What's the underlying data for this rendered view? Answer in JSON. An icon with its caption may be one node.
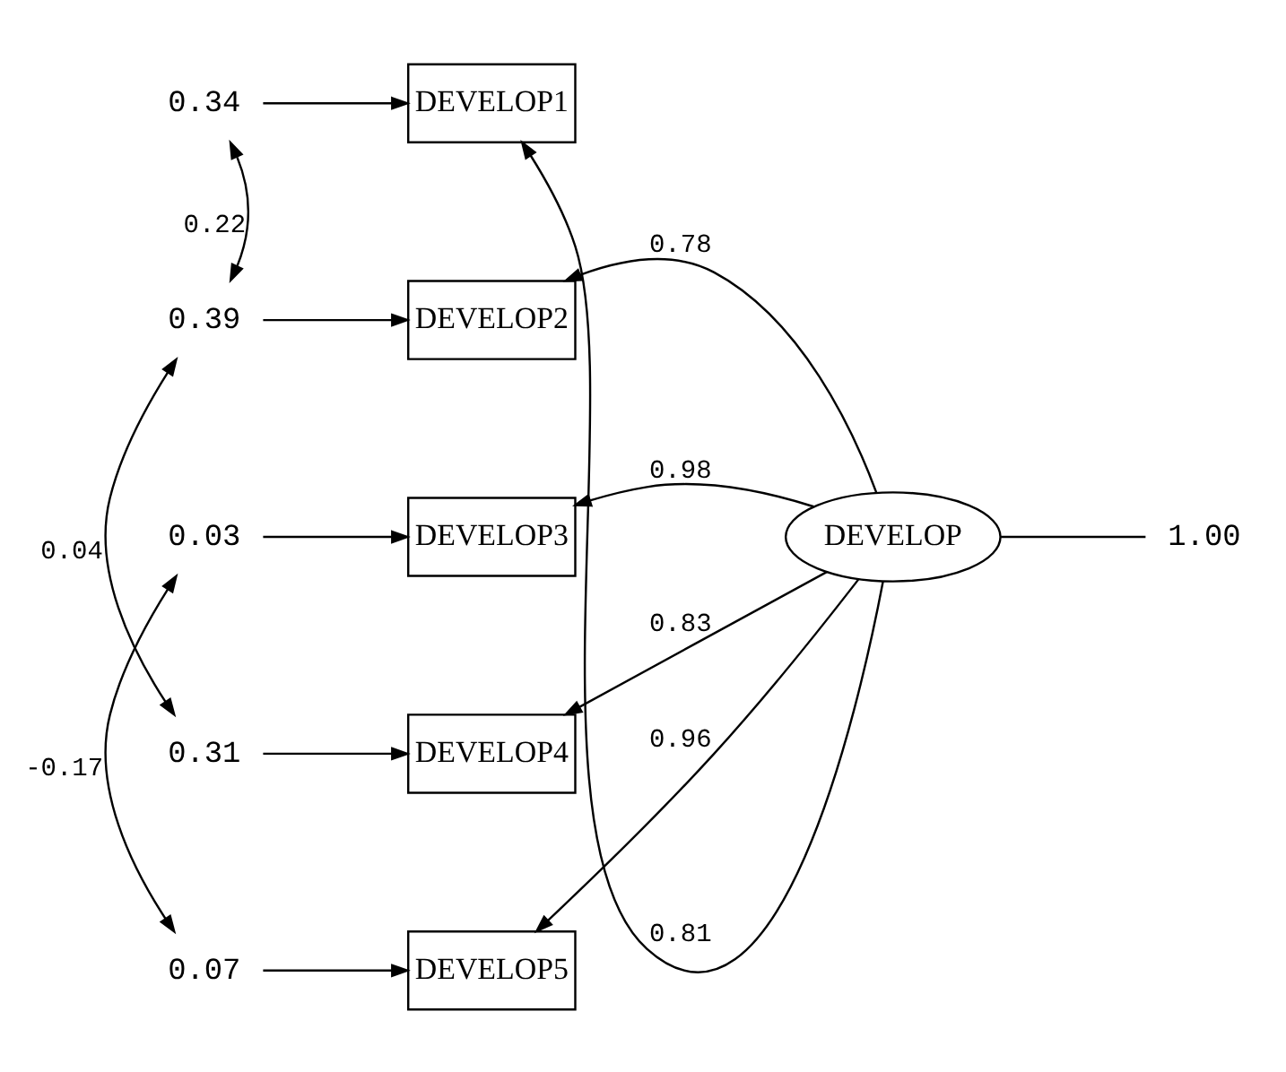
{
  "diagram": {
    "nodes": [
      {
        "text": [
          "DEVELOP1"
        ]
      },
      {
        "text": [
          "DEVELOP2"
        ]
      },
      {
        "text": [
          "DEVELOP3"
        ]
      },
      {
        "text": [
          "DEVELOP4"
        ]
      },
      {
        "text": [
          "DEVELOP5"
        ]
      },
      {
        "text": [
          "DEVELOP"
        ]
      },
      {
        "text": [
          "0.34"
        ]
      },
      {
        "text": [
          "0.39"
        ]
      },
      {
        "text": [
          "0.03"
        ]
      },
      {
        "text": [
          "0.31"
        ]
      },
      {
        "text": [
          "0.07"
        ]
      },
      {
        "text": [
          "1.00"
        ]
      }
    ],
    "edges": [
      {
        "from": 6,
        "to": 0,
        "arrow": "to"
      },
      {
        "from": 7,
        "to": 1,
        "arrow": "to"
      },
      {
        "from": 8,
        "to": 2,
        "arrow": "to"
      },
      {
        "from": 9,
        "to": 3,
        "arrow": "to"
      },
      {
        "from": 10,
        "to": 4,
        "arrow": "to"
      },
      {
        "from": 5,
        "to": 0,
        "arrow": "to",
        "label": "0.81"
      },
      {
        "from": 5,
        "to": 1,
        "arrow": "to",
        "label": "0.78"
      },
      {
        "from": 5,
        "to": 2,
        "arrow": "to",
        "label": "0.98"
      },
      {
        "from": 5,
        "to": 3,
        "arrow": "to",
        "label": "0.83"
      },
      {
        "from": 5,
        "to": 4,
        "arrow": "to",
        "label": "0.96"
      },
      {
        "from": 6,
        "to": 7,
        "arrow": "both",
        "label": "0.22"
      },
      {
        "from": 7,
        "to": 9,
        "arrow": "both",
        "label": "0.04"
      },
      {
        "from": 8,
        "to": 10,
        "arrow": "both",
        "label": "-0.17"
      },
      {
        "from": 5,
        "to": 11,
        "arrow": "none"
      }
    ]
  }
}
